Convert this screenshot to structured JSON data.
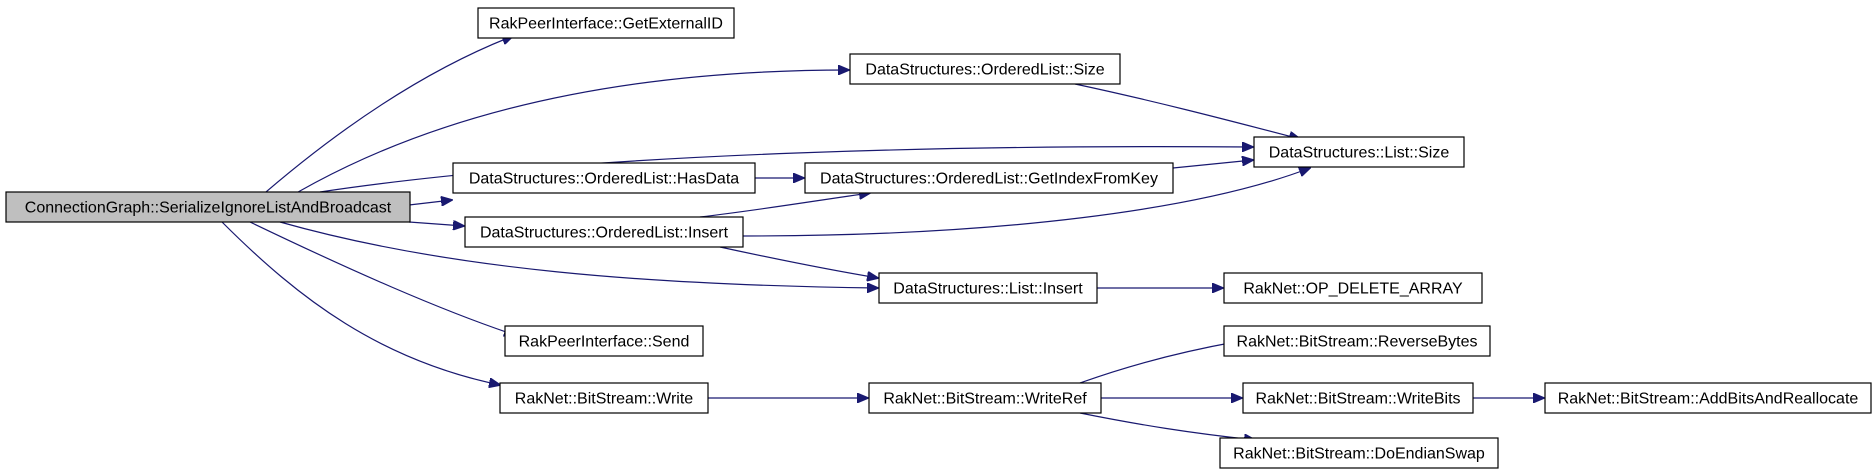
{
  "diagram": {
    "nodes": [
      {
        "id": "root",
        "label": "ConnectionGraph::SerializeIgnoreListAndBroadcast",
        "root": true
      },
      {
        "id": "getExternalID",
        "label": "RakPeerInterface::GetExternalID"
      },
      {
        "id": "olSize",
        "label": "DataStructures::OrderedList::Size"
      },
      {
        "id": "listSize",
        "label": "DataStructures::List::Size"
      },
      {
        "id": "olHasData",
        "label": "DataStructures::OrderedList::HasData"
      },
      {
        "id": "olGetIndexFromKey",
        "label": "DataStructures::OrderedList::GetIndexFromKey"
      },
      {
        "id": "olInsert",
        "label": "DataStructures::OrderedList::Insert"
      },
      {
        "id": "listInsert",
        "label": "DataStructures::List::Insert"
      },
      {
        "id": "opDeleteArray",
        "label": "RakNet::OP_DELETE_ARRAY"
      },
      {
        "id": "send",
        "label": "RakPeerInterface::Send"
      },
      {
        "id": "bsWrite",
        "label": "RakNet::BitStream::Write"
      },
      {
        "id": "bsWriteRef",
        "label": "RakNet::BitStream::WriteRef"
      },
      {
        "id": "bsReverseBytes",
        "label": "RakNet::BitStream::ReverseBytes"
      },
      {
        "id": "bsWriteBits",
        "label": "RakNet::BitStream::WriteBits"
      },
      {
        "id": "bsDoEndianSwap",
        "label": "RakNet::BitStream::DoEndianSwap"
      },
      {
        "id": "bsAddBitsAndReallocate",
        "label": "RakNet::BitStream::AddBitsAndReallocate"
      }
    ],
    "edges": [
      {
        "from": "root",
        "to": "getExternalID"
      },
      {
        "from": "root",
        "to": "olSize"
      },
      {
        "from": "root",
        "to": "listSize"
      },
      {
        "from": "root",
        "to": "olHasData"
      },
      {
        "from": "root",
        "to": "olInsert"
      },
      {
        "from": "root",
        "to": "listInsert"
      },
      {
        "from": "root",
        "to": "send"
      },
      {
        "from": "root",
        "to": "bsWrite"
      },
      {
        "from": "olSize",
        "to": "listSize"
      },
      {
        "from": "olHasData",
        "to": "olGetIndexFromKey"
      },
      {
        "from": "olGetIndexFromKey",
        "to": "listSize"
      },
      {
        "from": "olInsert",
        "to": "olGetIndexFromKey"
      },
      {
        "from": "olInsert",
        "to": "listSize"
      },
      {
        "from": "olInsert",
        "to": "listInsert"
      },
      {
        "from": "listInsert",
        "to": "opDeleteArray"
      },
      {
        "from": "bsWrite",
        "to": "bsWriteRef"
      },
      {
        "from": "bsWriteRef",
        "to": "bsReverseBytes"
      },
      {
        "from": "bsWriteRef",
        "to": "bsWriteBits"
      },
      {
        "from": "bsWriteRef",
        "to": "bsDoEndianSwap"
      },
      {
        "from": "bsWriteBits",
        "to": "bsAddBitsAndReallocate"
      }
    ]
  }
}
